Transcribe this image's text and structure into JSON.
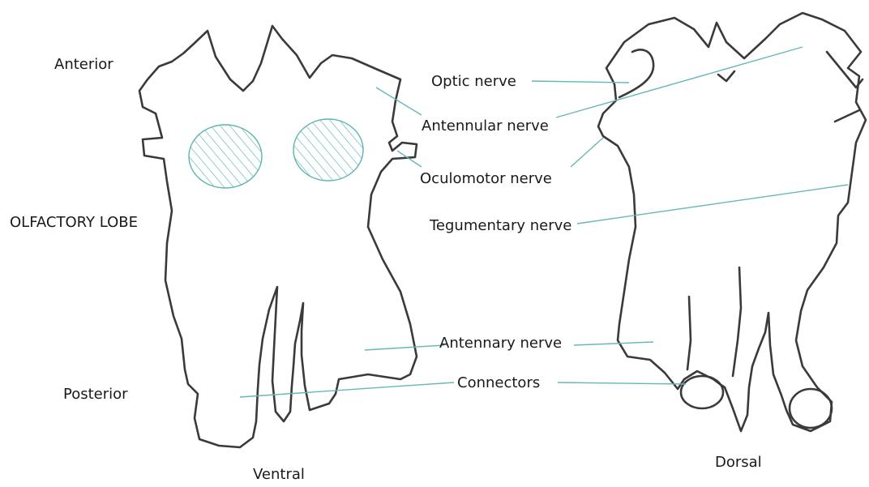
{
  "labels": {
    "anterior": "Anterior",
    "olfactory_lobe": "OLFACTORY  LOBE",
    "posterior": "Posterior",
    "ventral": "Ventral",
    "dorsal": "Dorsal",
    "optic_nerve": "Optic nerve",
    "antennular_nerve": "Antennular nerve",
    "oculomotor_nerve": "Oculomotor nerve",
    "tegumentary_nerve": "Tegumentary nerve",
    "antennary_nerve": "Antennary nerve",
    "connectors": "Connectors"
  },
  "colors": {
    "outline": "#3a3a3a",
    "leader_line": "#66b8b8",
    "hatch": "#5ab5b0",
    "text": "#1a1a1a"
  }
}
